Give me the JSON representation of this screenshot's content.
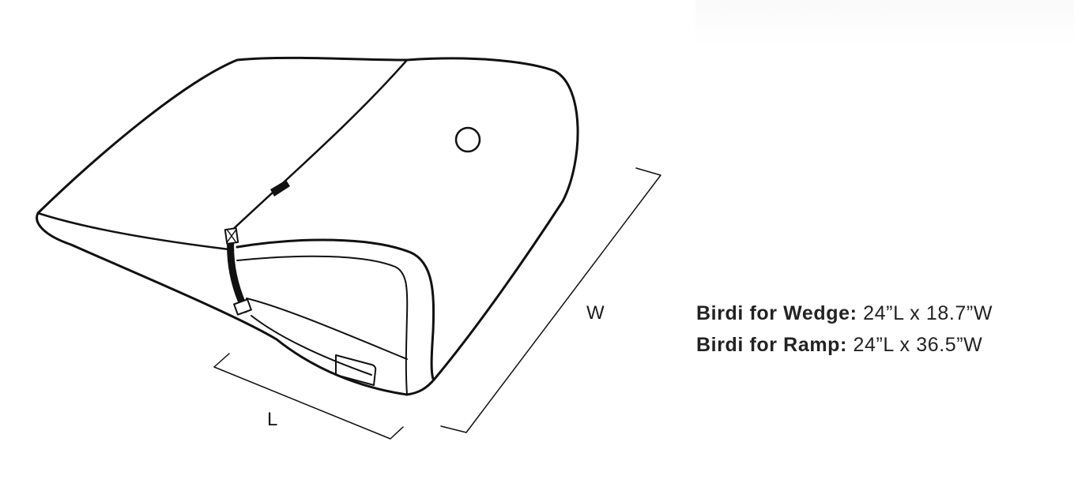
{
  "dimensions": {
    "width_label": "W",
    "length_label": "L"
  },
  "specs": [
    {
      "name": "Birdi for Wedge:",
      "value": " 24”L x 18.7”W"
    },
    {
      "name": "Birdi for Ramp:",
      "value": " 24”L x 36.5”W"
    }
  ],
  "colors": {
    "line": "#111111",
    "strap": "#111111",
    "background": "#ffffff"
  }
}
